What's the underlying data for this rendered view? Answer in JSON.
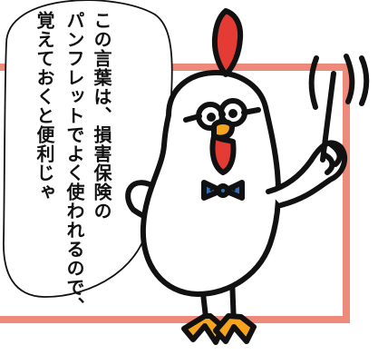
{
  "speech": {
    "line1": "この言葉は、損害保険の",
    "line2": "パンフレットでよく使われるので、",
    "line3": "覚えておくと便利じゃ"
  },
  "colors": {
    "frame": "#ee8a7b",
    "comb": "#e43c35",
    "beak": "#f6a41d",
    "bowtie": "#2f70b8",
    "outline": "#111111"
  },
  "icons": {
    "character": "chicken-character-icon",
    "pointer": "pointer-stick-icon"
  }
}
